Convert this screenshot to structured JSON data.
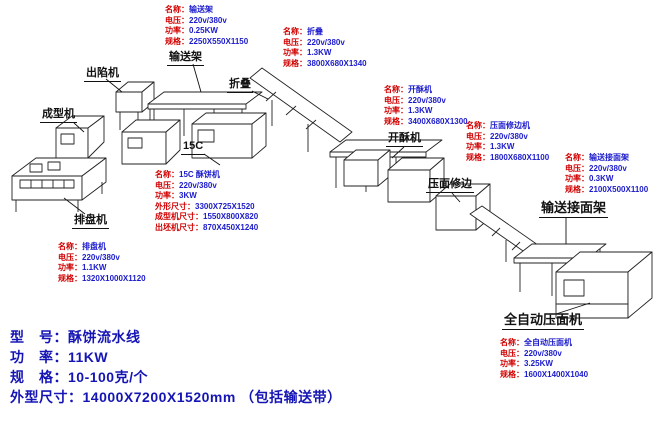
{
  "colors": {
    "spec_label_red": "#d10000",
    "spec_value_blue": "#1b1bcc",
    "summary_blue": "#1515b5",
    "line_black": "#222222"
  },
  "machine_labels": {
    "chuxianji": "出陷机",
    "shusongjia": "输送架",
    "chengxingji": "成型机",
    "zhedie": "折叠",
    "c15": "15C",
    "kaisuji": "开酥机",
    "yamianxiubian": "压面修边",
    "paipanji": "排盘机",
    "shusongjiemianjia": "输送接面架",
    "quanzidongyamianji": "全自动压面机"
  },
  "spec_blocks": {
    "shusongjia": {
      "rows": [
        {
          "label": "名称：",
          "value": "输送架"
        },
        {
          "label": "电压：",
          "value": "220v/380v"
        },
        {
          "label": "功率：",
          "value": "0.25KW"
        },
        {
          "label": "规格：",
          "value": "2250X550X1150"
        }
      ]
    },
    "zhedie": {
      "rows": [
        {
          "label": "名称：",
          "value": "折叠"
        },
        {
          "label": "电压：",
          "value": "220v/380v"
        },
        {
          "label": "功率：",
          "value": "1.3KW"
        },
        {
          "label": "规格：",
          "value": "3800X680X1340"
        }
      ]
    },
    "kaisuji": {
      "rows": [
        {
          "label": "名称：",
          "value": "开酥机"
        },
        {
          "label": "电压：",
          "value": "220v/380v"
        },
        {
          "label": "功率：",
          "value": "1.3KW"
        },
        {
          "label": "规格：",
          "value": "3400X680X1300"
        }
      ]
    },
    "yamianxiubianji": {
      "rows": [
        {
          "label": "名称：",
          "value": "压面修边机"
        },
        {
          "label": "电压：",
          "value": "220v/380v"
        },
        {
          "label": "功率：",
          "value": "1.3KW"
        },
        {
          "label": "规格：",
          "value": "1800X680X1100"
        }
      ]
    },
    "shusongjiemianjia": {
      "rows": [
        {
          "label": "名称：",
          "value": "输送接面架"
        },
        {
          "label": "电压：",
          "value": "220v/380v"
        },
        {
          "label": "功率：",
          "value": "0.3KW"
        },
        {
          "label": "规格：",
          "value": "2100X500X1100"
        }
      ]
    },
    "c15suobingji": {
      "rows": [
        {
          "label": "名称：",
          "value": "15C 酥饼机"
        },
        {
          "label": "电压：",
          "value": "220v/380v"
        },
        {
          "label": "功率：",
          "value": "3KW"
        },
        {
          "label": "外形尺寸：",
          "value": "3300X725X1520"
        },
        {
          "label": "成型机尺寸：",
          "value": "1550X800X820"
        },
        {
          "label": "出坯机尺寸：",
          "value": "870X450X1240"
        }
      ]
    },
    "paipanji": {
      "rows": [
        {
          "label": "名称：",
          "value": "排盘机"
        },
        {
          "label": "电压：",
          "value": "220v/380v"
        },
        {
          "label": "功率：",
          "value": "1.1KW"
        },
        {
          "label": "规格：",
          "value": "1320X1000X1120"
        }
      ]
    },
    "quanzidongyamianji": {
      "rows": [
        {
          "label": "名称：",
          "value": "全自动压面机"
        },
        {
          "label": "电压：",
          "value": "220v/380v"
        },
        {
          "label": "功率：",
          "value": "3.25KW"
        },
        {
          "label": "规格：",
          "value": "1600X1400X1040"
        }
      ]
    }
  },
  "summary": {
    "rows": [
      {
        "label": "型　号：",
        "value": "酥饼流水线"
      },
      {
        "label": "功　率：",
        "value": "11KW"
      },
      {
        "label": "规　格：",
        "value": "10-100克/个"
      },
      {
        "label": "外型尺寸：",
        "value": "14000X7200X1520mm （包括输送带）"
      }
    ]
  }
}
